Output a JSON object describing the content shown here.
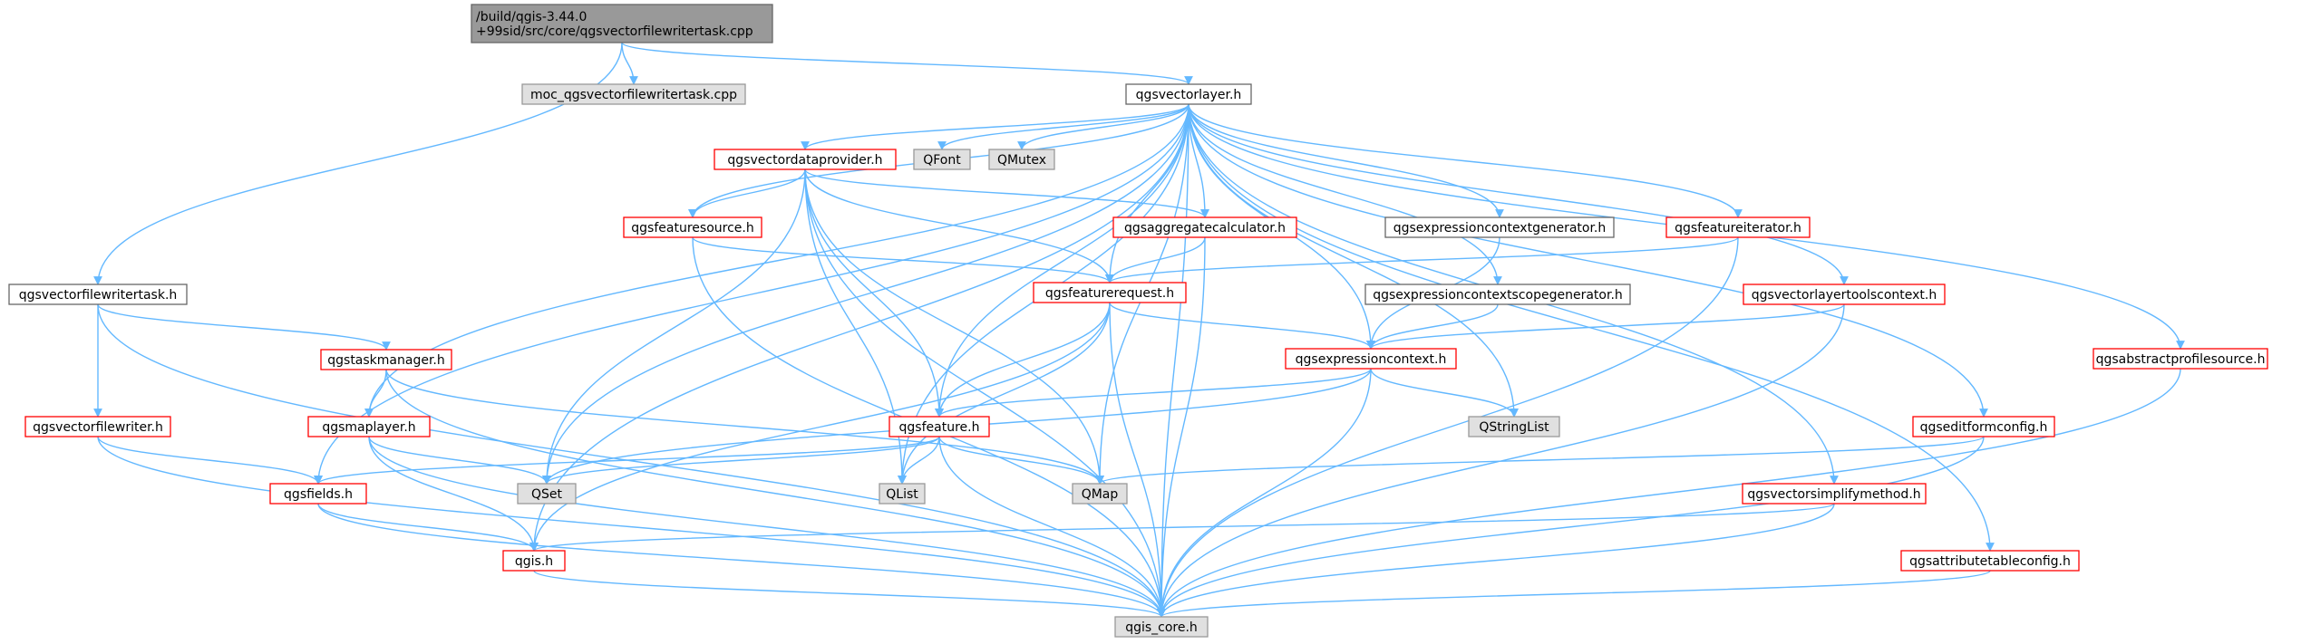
{
  "colors": {
    "edge": "#63b8ff",
    "root_fill": "#999999",
    "root_border": "#666666",
    "external_fill": "#e0e0e0",
    "external_border": "#999999",
    "documented_fill": "#ffffff",
    "documented_border_red": "#ff0000",
    "documented_border_gray": "#666666"
  },
  "nodes": [
    {
      "id": "root",
      "lines": [
        "/build/qgis-3.44.0",
        "+99sid/src/core/qgsvectorfilewritertask.cpp"
      ],
      "style": "root"
    },
    {
      "id": "moc",
      "lines": [
        "moc_qgsvectorfilewritertask.cpp"
      ],
      "style": "external"
    },
    {
      "id": "vectorlayer",
      "lines": [
        "qgsvectorlayer.h"
      ],
      "style": "plain"
    },
    {
      "id": "vfwtask",
      "lines": [
        "qgsvectorfilewritertask.h"
      ],
      "style": "plain"
    },
    {
      "id": "vdp",
      "lines": [
        "qgsvectordataprovider.h"
      ],
      "style": "red"
    },
    {
      "id": "qfont",
      "lines": [
        "QFont"
      ],
      "style": "external"
    },
    {
      "id": "qmutex",
      "lines": [
        "QMutex"
      ],
      "style": "external"
    },
    {
      "id": "fsource",
      "lines": [
        "qgsfeaturesource.h"
      ],
      "style": "red"
    },
    {
      "id": "aggcalc",
      "lines": [
        "qgsaggregatecalculator.h"
      ],
      "style": "red"
    },
    {
      "id": "ecgen",
      "lines": [
        "qgsexpressioncontextgenerator.h"
      ],
      "style": "plain"
    },
    {
      "id": "fiter",
      "lines": [
        "qgsfeatureiterator.h"
      ],
      "style": "red"
    },
    {
      "id": "freq",
      "lines": [
        "qgsfeaturerequest.h"
      ],
      "style": "red"
    },
    {
      "id": "ecsgen",
      "lines": [
        "qgsexpressioncontextscopegenerator.h"
      ],
      "style": "plain"
    },
    {
      "id": "vltc",
      "lines": [
        "qgsvectorlayertoolscontext.h"
      ],
      "style": "red"
    },
    {
      "id": "taskmgr",
      "lines": [
        "qgstaskmanager.h"
      ],
      "style": "red"
    },
    {
      "id": "expctx",
      "lines": [
        "qgsexpressioncontext.h"
      ],
      "style": "red"
    },
    {
      "id": "aps",
      "lines": [
        "qgsabstractprofilesource.h"
      ],
      "style": "red"
    },
    {
      "id": "vfw",
      "lines": [
        "qgsvectorfilewriter.h"
      ],
      "style": "red"
    },
    {
      "id": "maplayer",
      "lines": [
        "qgsmaplayer.h"
      ],
      "style": "red"
    },
    {
      "id": "feature",
      "lines": [
        "qgsfeature.h"
      ],
      "style": "red"
    },
    {
      "id": "qstringlist",
      "lines": [
        "QStringList"
      ],
      "style": "external"
    },
    {
      "id": "efc",
      "lines": [
        "qgseditformconfig.h"
      ],
      "style": "red"
    },
    {
      "id": "fields",
      "lines": [
        "qgsfields.h"
      ],
      "style": "red"
    },
    {
      "id": "qset",
      "lines": [
        "QSet"
      ],
      "style": "external"
    },
    {
      "id": "qlist",
      "lines": [
        "QList"
      ],
      "style": "external"
    },
    {
      "id": "qmap",
      "lines": [
        "QMap"
      ],
      "style": "external"
    },
    {
      "id": "vsm",
      "lines": [
        "qgsvectorsimplifymethod.h"
      ],
      "style": "red"
    },
    {
      "id": "qgis",
      "lines": [
        "qgis.h"
      ],
      "style": "red"
    },
    {
      "id": "atc",
      "lines": [
        "qgsattributetableconfig.h"
      ],
      "style": "red"
    },
    {
      "id": "core",
      "lines": [
        "qgis_core.h"
      ],
      "style": "external"
    }
  ],
  "edges": [
    [
      "root",
      "moc"
    ],
    [
      "root",
      "vectorlayer"
    ],
    [
      "root",
      "vfwtask"
    ],
    [
      "vfwtask",
      "taskmgr"
    ],
    [
      "vfwtask",
      "vfw"
    ],
    [
      "vfwtask",
      "core"
    ],
    [
      "vectorlayer",
      "vdp"
    ],
    [
      "vectorlayer",
      "qfont"
    ],
    [
      "vectorlayer",
      "qmutex"
    ],
    [
      "vectorlayer",
      "fsource"
    ],
    [
      "vectorlayer",
      "aggcalc"
    ],
    [
      "vectorlayer",
      "ecgen"
    ],
    [
      "vectorlayer",
      "fiter"
    ],
    [
      "vectorlayer",
      "freq"
    ],
    [
      "vectorlayer",
      "ecsgen"
    ],
    [
      "vectorlayer",
      "vltc"
    ],
    [
      "vectorlayer",
      "expctx"
    ],
    [
      "vectorlayer",
      "aps"
    ],
    [
      "vectorlayer",
      "maplayer"
    ],
    [
      "vectorlayer",
      "feature"
    ],
    [
      "vectorlayer",
      "qstringlist"
    ],
    [
      "vectorlayer",
      "efc"
    ],
    [
      "vectorlayer",
      "fields"
    ],
    [
      "vectorlayer",
      "qset"
    ],
    [
      "vectorlayer",
      "qlist"
    ],
    [
      "vectorlayer",
      "qmap"
    ],
    [
      "vectorlayer",
      "vsm"
    ],
    [
      "vectorlayer",
      "qgis"
    ],
    [
      "vectorlayer",
      "atc"
    ],
    [
      "vectorlayer",
      "core"
    ],
    [
      "vdp",
      "fsource"
    ],
    [
      "vdp",
      "aggcalc"
    ],
    [
      "vdp",
      "freq"
    ],
    [
      "vdp",
      "feature"
    ],
    [
      "vdp",
      "qset"
    ],
    [
      "vdp",
      "qlist"
    ],
    [
      "vdp",
      "qmap"
    ],
    [
      "vdp",
      "core"
    ],
    [
      "fsource",
      "freq"
    ],
    [
      "fsource",
      "core"
    ],
    [
      "aggcalc",
      "freq"
    ],
    [
      "aggcalc",
      "core"
    ],
    [
      "fiter",
      "freq"
    ],
    [
      "fiter",
      "core"
    ],
    [
      "freq",
      "expctx"
    ],
    [
      "freq",
      "feature"
    ],
    [
      "freq",
      "qlist"
    ],
    [
      "freq",
      "qgis"
    ],
    [
      "freq",
      "core"
    ],
    [
      "ecgen",
      "expctx"
    ],
    [
      "ecsgen",
      "expctx"
    ],
    [
      "vltc",
      "expctx"
    ],
    [
      "vltc",
      "core"
    ],
    [
      "expctx",
      "feature"
    ],
    [
      "expctx",
      "qstringlist"
    ],
    [
      "expctx",
      "qset"
    ],
    [
      "expctx",
      "core"
    ],
    [
      "taskmgr",
      "maplayer"
    ],
    [
      "taskmgr",
      "qmap"
    ],
    [
      "taskmgr",
      "core"
    ],
    [
      "vfw",
      "fields"
    ],
    [
      "vfw",
      "core"
    ],
    [
      "maplayer",
      "qset"
    ],
    [
      "maplayer",
      "qgis"
    ],
    [
      "maplayer",
      "core"
    ],
    [
      "feature",
      "fields"
    ],
    [
      "feature",
      "qset"
    ],
    [
      "feature",
      "qlist"
    ],
    [
      "feature",
      "qmap"
    ],
    [
      "feature",
      "core"
    ],
    [
      "fields",
      "qgis"
    ],
    [
      "fields",
      "core"
    ],
    [
      "efc",
      "qmap"
    ],
    [
      "efc",
      "core"
    ],
    [
      "vsm",
      "qgis"
    ],
    [
      "vsm",
      "core"
    ],
    [
      "qgis",
      "core"
    ],
    [
      "aps",
      "core"
    ],
    [
      "atc",
      "core"
    ]
  ]
}
